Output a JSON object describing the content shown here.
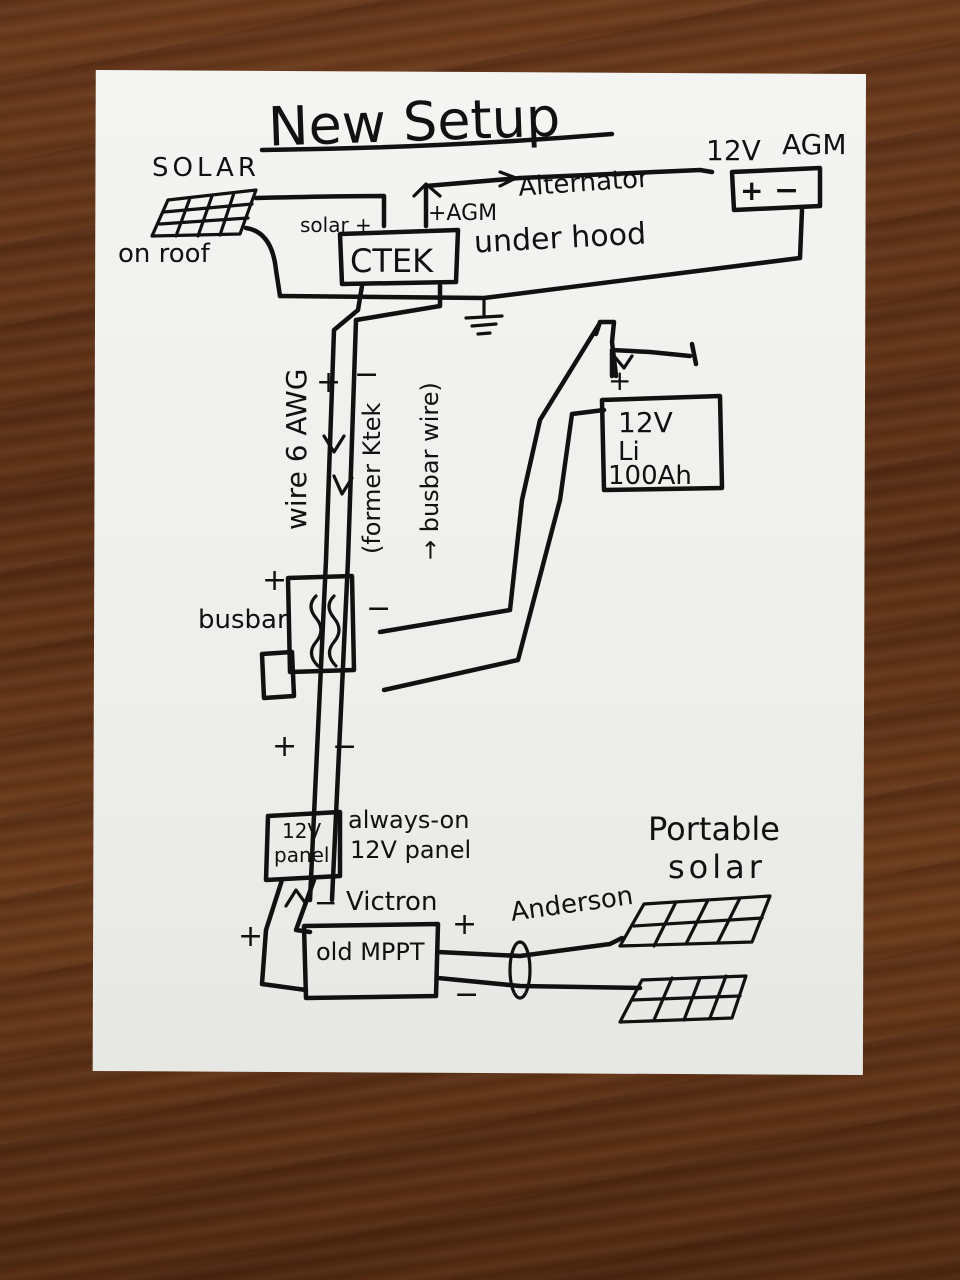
{
  "title": "New Setup",
  "labels": {
    "solar": "SOLAR",
    "on_roof": "on roof",
    "alternator": "Alternator",
    "twelve_v": "12V",
    "agm": "AGM",
    "agm_plus": "+",
    "agm_minus": "−",
    "solar_plus": "solar +",
    "plus_agm": "+AGM",
    "ctek": "CTEK",
    "under_hood": "under hood",
    "wire_6awg": "wire 6 AWG",
    "wire_plus": "+",
    "wire_minus": "−",
    "former_ktek": "(former Ktek",
    "busbar_wire": "→ busbar wire)",
    "li_battery_line1": "12V",
    "li_battery_line2": "Li",
    "li_battery_line3": "100Ah",
    "li_plus": "+",
    "busbar_plus": "+",
    "busbar": "busbar",
    "busbar_minus": "−",
    "mid_plus": "+",
    "mid_minus": "−",
    "panel_box_line1": "12V",
    "panel_box_line2": "panel",
    "always_on_line1": "always-on",
    "always_on_line2": "12V panel",
    "victron_minus": "−",
    "victron": "Victron",
    "old_mppt": "old MPPT",
    "mppt_plus_left": "+",
    "mppt_plus_right": "+",
    "mppt_minus_right": "−",
    "anderson": "Anderson",
    "portable_line1": "Portable",
    "portable_line2": "solar"
  }
}
